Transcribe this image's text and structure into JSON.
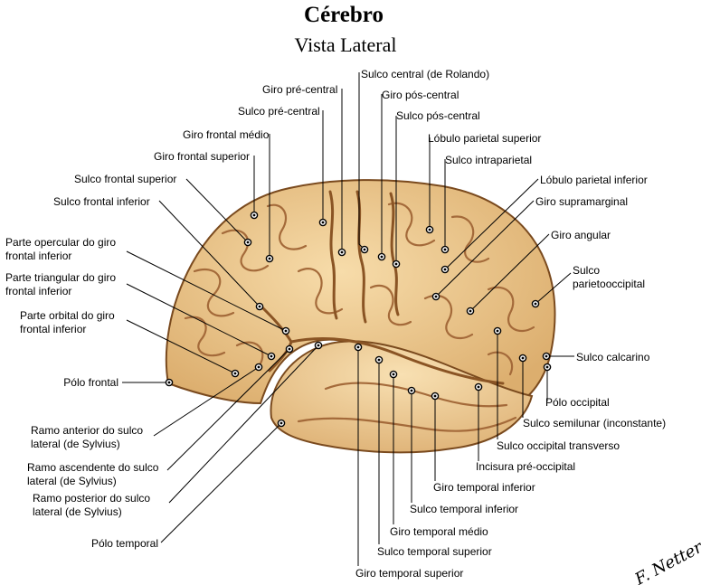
{
  "header": {
    "title": "Cérebro",
    "subtitle": "Vista Lateral"
  },
  "colors": {
    "cortex_fill": "#f0cf96",
    "cortex_shade": "#dcae6e",
    "temporal_fill": "#f3d7a2",
    "outline": "#7a4a1e"
  },
  "signature": "F. Netter",
  "labels": [
    {
      "id": "sulco-central",
      "lines": [
        "Sulco central (de Rolando)"
      ]
    },
    {
      "id": "giro-pre-central",
      "lines": [
        "Giro pré-central"
      ]
    },
    {
      "id": "giro-pos-central",
      "lines": [
        "Giro pós-central"
      ]
    },
    {
      "id": "sulco-pre-central",
      "lines": [
        "Sulco pré-central"
      ]
    },
    {
      "id": "sulco-pos-central",
      "lines": [
        "Sulco pós-central"
      ]
    },
    {
      "id": "giro-frontal-medio",
      "lines": [
        "Giro frontal médio"
      ]
    },
    {
      "id": "lobulo-parietal-superior",
      "lines": [
        "Lóbulo parietal superior"
      ]
    },
    {
      "id": "giro-frontal-superior",
      "lines": [
        "Giro frontal superior"
      ]
    },
    {
      "id": "sulco-intraparietal",
      "lines": [
        "Sulco intraparietal"
      ]
    },
    {
      "id": "sulco-frontal-superior",
      "lines": [
        "Sulco frontal superior"
      ]
    },
    {
      "id": "lobulo-parietal-inferior",
      "lines": [
        "Lóbulo parietal inferior"
      ]
    },
    {
      "id": "sulco-frontal-inferior",
      "lines": [
        "Sulco frontal inferior"
      ]
    },
    {
      "id": "giro-supramarginal",
      "lines": [
        "Giro supramarginal"
      ]
    },
    {
      "id": "giro-angular",
      "lines": [
        "Giro angular"
      ]
    },
    {
      "id": "parte-opercular",
      "lines": [
        "Parte opercular do giro",
        "frontal inferior"
      ]
    },
    {
      "id": "sulco-parietooccipital",
      "lines": [
        "Sulco",
        "parietooccipital"
      ]
    },
    {
      "id": "parte-triangular",
      "lines": [
        "Parte triangular do giro",
        "frontal inferior"
      ]
    },
    {
      "id": "parte-orbital",
      "lines": [
        "Parte orbital do giro",
        "frontal inferior"
      ]
    },
    {
      "id": "sulco-calcarino",
      "lines": [
        "Sulco calcarino"
      ]
    },
    {
      "id": "polo-frontal",
      "lines": [
        "Pólo frontal"
      ]
    },
    {
      "id": "polo-occipital",
      "lines": [
        "Pólo occipital"
      ]
    },
    {
      "id": "sulco-semilunar",
      "lines": [
        "Sulco semilunar (inconstante)"
      ]
    },
    {
      "id": "ramo-anterior",
      "lines": [
        "Ramo anterior do sulco",
        "lateral (de Sylvius)"
      ]
    },
    {
      "id": "sulco-occipital-transverso",
      "lines": [
        "Sulco occipital transverso"
      ]
    },
    {
      "id": "ramo-ascendente",
      "lines": [
        "Ramo ascendente do sulco",
        "lateral (de Sylvius)"
      ]
    },
    {
      "id": "incisura-pre-occipital",
      "lines": [
        "Incisura pré-occipital"
      ]
    },
    {
      "id": "giro-temporal-inferior",
      "lines": [
        "Giro temporal inferior"
      ]
    },
    {
      "id": "ramo-posterior",
      "lines": [
        "Ramo posterior do sulco",
        "lateral (de Sylvius)"
      ]
    },
    {
      "id": "sulco-temporal-inferior",
      "lines": [
        "Sulco temporal inferior"
      ]
    },
    {
      "id": "giro-temporal-medio",
      "lines": [
        "Giro temporal médio"
      ]
    },
    {
      "id": "polo-temporal",
      "lines": [
        "Pólo temporal"
      ]
    },
    {
      "id": "sulco-temporal-superior",
      "lines": [
        "Sulco temporal superior"
      ]
    },
    {
      "id": "giro-temporal-superior",
      "lines": [
        "Giro temporal superior"
      ]
    }
  ]
}
